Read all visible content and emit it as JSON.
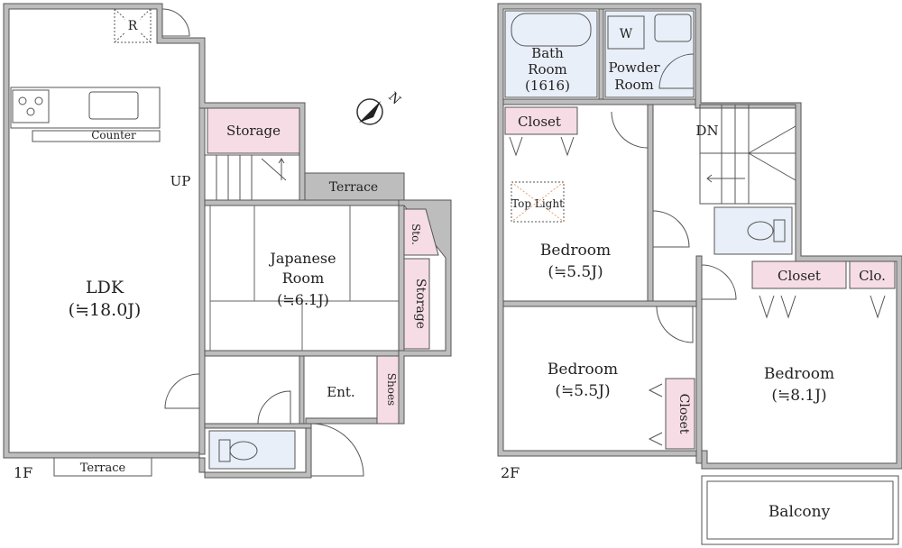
{
  "floors": {
    "first": {
      "label": "1F",
      "rooms": {
        "ldk": {
          "name": "LDK",
          "size": "(≒18.0J)"
        },
        "japanese": {
          "name_line1": "Japanese",
          "name_line2": "Room",
          "size": "(≒6.1J)"
        },
        "storage_top": "Storage",
        "storage_side": "Storage",
        "sto": "Sto.",
        "terrace_mid": "Terrace",
        "terrace_bottom": "Terrace",
        "entrance": "Ent.",
        "shoes": "Shoes",
        "counter": "Counter",
        "fridge": "R",
        "stairs": "UP"
      }
    },
    "second": {
      "label": "2F",
      "rooms": {
        "bath": {
          "line1": "Bath",
          "line2": "Room",
          "line3": "(1616)"
        },
        "powder": {
          "line1": "Powder",
          "line2": "Room"
        },
        "washer": "W",
        "closet_top": "Closet",
        "closet_mid": "Closet",
        "closet_right": "Closet",
        "clo": "Clo.",
        "top_light": "Top Light",
        "stairs": "DN",
        "bedroom_a": {
          "name": "Bedroom",
          "size": "(≒5.5J)"
        },
        "bedroom_b": {
          "name": "Bedroom",
          "size": "(≒5.5J)"
        },
        "bedroom_c": {
          "name": "Bedroom",
          "size": "(≒8.1J)"
        },
        "balcony": "Balcony"
      }
    }
  },
  "compass": "N",
  "colors": {
    "storage": "#f6dce5",
    "wet_area": "#e9eff8",
    "wall": "#bdbdbd"
  }
}
